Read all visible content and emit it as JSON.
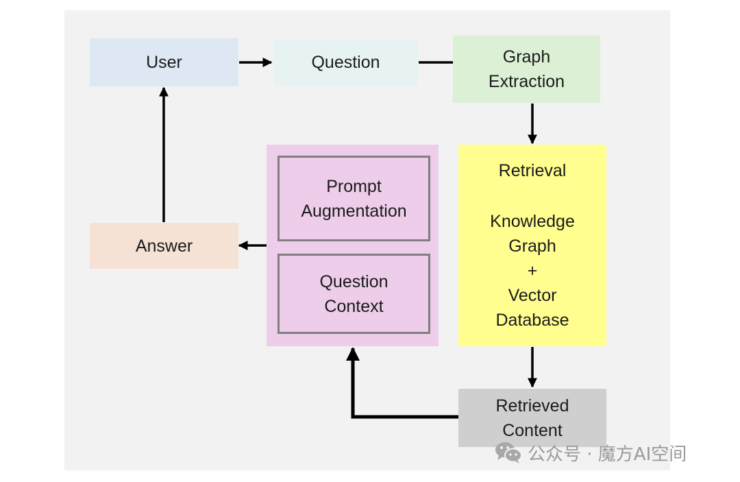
{
  "nodes": {
    "user": "User",
    "question": "Question",
    "graph_extraction": "Graph\nExtraction",
    "answer": "Answer",
    "prompt_augmentation": "Prompt\nAugmentation",
    "question_context": "Question\nContext",
    "retrieval": {
      "title": "Retrieval",
      "lines": [
        "Knowledge",
        "Graph",
        "+",
        "Vector",
        "Database"
      ]
    },
    "retrieved_content": "Retrieved\nContent"
  },
  "watermark": {
    "icon": "wechat-icon",
    "text": "公众号 · 魔方AI空间"
  },
  "colors": {
    "user": "#dde8f4",
    "question": "#e7f3f3",
    "graph_extraction": "#dbf0d4",
    "answer": "#f6e1d5",
    "prompt_group": "#edcdea",
    "retrieval": "#fffe8f",
    "retrieved_content": "#cfcfcf"
  }
}
